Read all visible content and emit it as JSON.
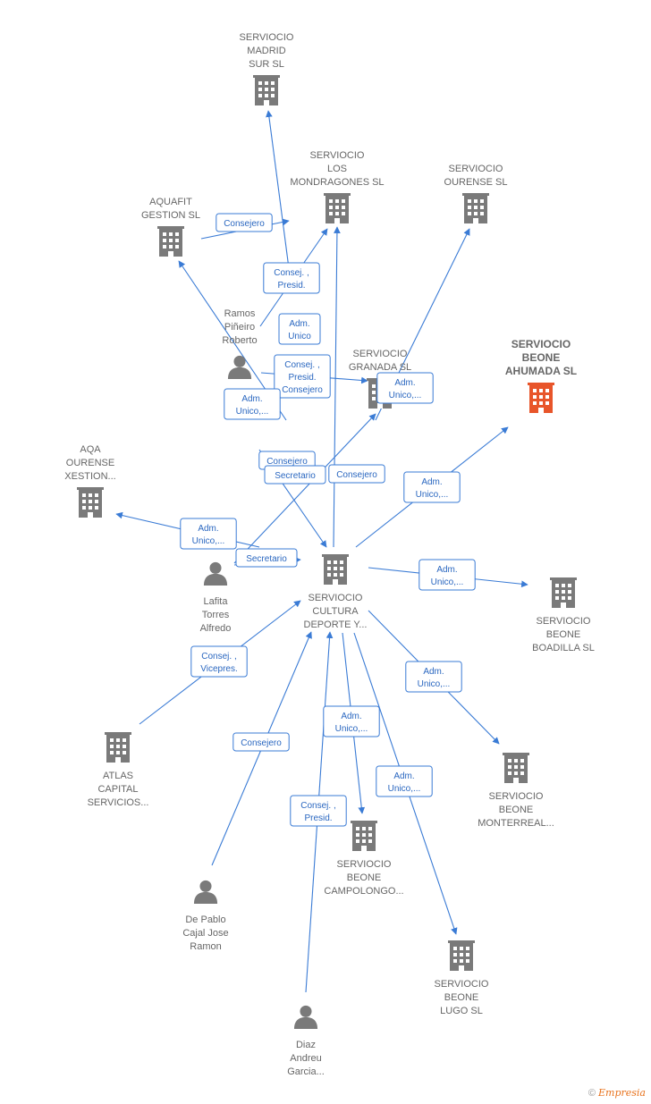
{
  "nodes": [
    {
      "id": "madrid",
      "kind": "company",
      "label": [
        "SERVIOCIO",
        "MADRID",
        "SUR SL"
      ]
    },
    {
      "id": "mondragones",
      "kind": "company",
      "label": [
        "SERVIOCIO",
        "LOS",
        "MONDRAGONES SL"
      ]
    },
    {
      "id": "ourense",
      "kind": "company",
      "label": [
        "SERVIOCIO",
        "OURENSE SL"
      ]
    },
    {
      "id": "aquafit",
      "kind": "company",
      "label": [
        "AQUAFIT",
        "GESTION SL"
      ]
    },
    {
      "id": "ramos",
      "kind": "person",
      "label": [
        "Ramos",
        "Piñeiro",
        "Roberto"
      ]
    },
    {
      "id": "granada",
      "kind": "company",
      "label": [
        "SERVIOCIO",
        "GRANADA  SL"
      ]
    },
    {
      "id": "ahumada",
      "kind": "company",
      "highlight": true,
      "label": [
        "SERVIOCIO",
        "BEONE",
        "AHUMADA  SL"
      ]
    },
    {
      "id": "aqa",
      "kind": "company",
      "label": [
        "AQA",
        "OURENSE",
        "XESTION..."
      ]
    },
    {
      "id": "lafita",
      "kind": "person",
      "label": [
        "Lafita",
        "Torres",
        "Alfredo"
      ]
    },
    {
      "id": "cultura",
      "kind": "company",
      "label": [
        "SERVIOCIO",
        "CULTURA",
        "DEPORTE Y..."
      ]
    },
    {
      "id": "boadilla",
      "kind": "company",
      "label": [
        "SERVIOCIO",
        "BEONE",
        "BOADILLA  SL"
      ]
    },
    {
      "id": "atlas",
      "kind": "company",
      "label": [
        "ATLAS",
        "CAPITAL",
        "SERVICIOS..."
      ]
    },
    {
      "id": "monterreal",
      "kind": "company",
      "label": [
        "SERVIOCIO",
        "BEONE",
        "MONTERREAL..."
      ]
    },
    {
      "id": "campolongo",
      "kind": "company",
      "label": [
        "SERVIOCIO",
        "BEONE",
        "CAMPOLONGO..."
      ]
    },
    {
      "id": "depablo",
      "kind": "person",
      "label": [
        "De Pablo",
        "Cajal Jose",
        "Ramon"
      ]
    },
    {
      "id": "lugo",
      "kind": "company",
      "label": [
        "SERVIOCIO",
        "BEONE",
        "LUGO  SL"
      ]
    },
    {
      "id": "diaz",
      "kind": "person",
      "label": [
        "Diaz",
        "Andreu",
        "Garcia..."
      ]
    }
  ],
  "edges": [
    {
      "from": "aquafit",
      "to": "mondragones",
      "label": [
        "Consejero"
      ]
    },
    {
      "from": "ramos",
      "to": "mondragones",
      "label": [
        "Consej. ,",
        "Presid."
      ]
    },
    {
      "from": "ramos",
      "to": "madrid",
      "label": [
        "Adm.",
        "Unico"
      ]
    },
    {
      "from": "ramos",
      "to": "granada",
      "label": [
        "Consej. ,",
        "Presid.",
        "Consejero"
      ]
    },
    {
      "from": "ramos",
      "to": "aquafit",
      "label": [
        "Adm.",
        "Unico,..."
      ]
    },
    {
      "from": "ramos",
      "to": "cultura",
      "label": [
        "Consejero"
      ]
    },
    {
      "from": "ramos",
      "to": "ourense",
      "label": [
        "Adm.",
        "Unico,..."
      ]
    },
    {
      "from": "lafita",
      "to": "granada",
      "label": [
        "Secretario"
      ]
    },
    {
      "from": "cultura",
      "to": "mondragones",
      "label": [
        "Consejero"
      ]
    },
    {
      "from": "cultura",
      "to": "ahumada",
      "label": [
        "Adm.",
        "Unico,..."
      ]
    },
    {
      "from": "lafita",
      "to": "aqa",
      "label": [
        "Adm.",
        "Unico,..."
      ]
    },
    {
      "from": "lafita",
      "to": "cultura",
      "label": [
        "Secretario"
      ]
    },
    {
      "from": "cultura",
      "to": "boadilla",
      "label": [
        "Adm.",
        "Unico,..."
      ]
    },
    {
      "from": "atlas",
      "to": "cultura",
      "label": [
        "Consej. ,",
        "Vicepres."
      ]
    },
    {
      "from": "cultura",
      "to": "monterreal",
      "label": [
        "Adm.",
        "Unico,..."
      ]
    },
    {
      "from": "cultura",
      "to": "campolongo",
      "label": [
        "Adm.",
        "Unico,..."
      ]
    },
    {
      "from": "depablo",
      "to": "cultura",
      "label": [
        "Consejero"
      ]
    },
    {
      "from": "cultura",
      "to": "lugo",
      "label": [
        "Adm.",
        "Unico,..."
      ]
    },
    {
      "from": "diaz",
      "to": "cultura",
      "label": [
        "Consej. ,",
        "Presid."
      ]
    }
  ],
  "colors": {
    "edge": "#3a7bd5",
    "company": "#7a7a7a",
    "highlight": "#e8552a",
    "person": "#7a7a7a"
  },
  "footer": {
    "copyright": "©",
    "brand": "Empresia"
  }
}
